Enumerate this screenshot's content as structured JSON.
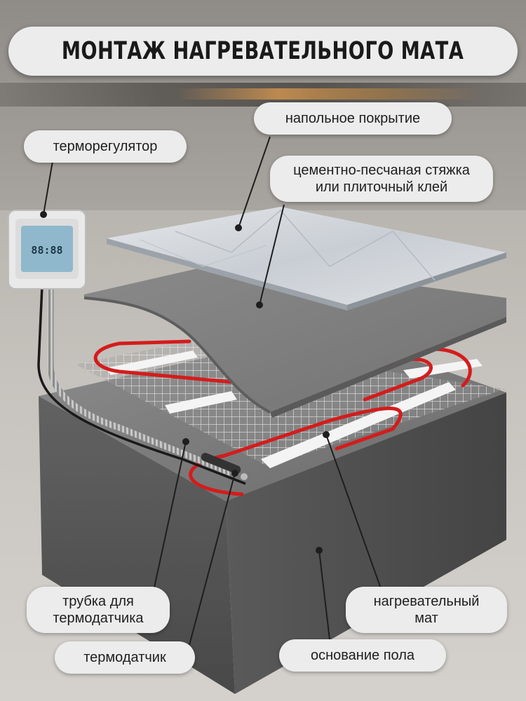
{
  "title": "МОНТАЖ НАГРЕВАТЕЛЬНОГО МАТА",
  "labels": {
    "thermostat": "терморегулятор",
    "floor_covering": "напольное покрытие",
    "screed_line1": "цементно-песчаная стяжка",
    "screed_line2": "или плиточный клей",
    "sensor_tube_line1": "трубка для",
    "sensor_tube_line2": "термодатчика",
    "sensor": "термодатчик",
    "heating_mat_line1": "нагревательный",
    "heating_mat_line2": "мат",
    "floor_base": "основание пола"
  },
  "thermostat_display": "88:88",
  "colors": {
    "cable": "#d41c1c",
    "concrete": "#6f6f6f",
    "tile": "#d9dde2",
    "screed": "#7d7d7d"
  }
}
